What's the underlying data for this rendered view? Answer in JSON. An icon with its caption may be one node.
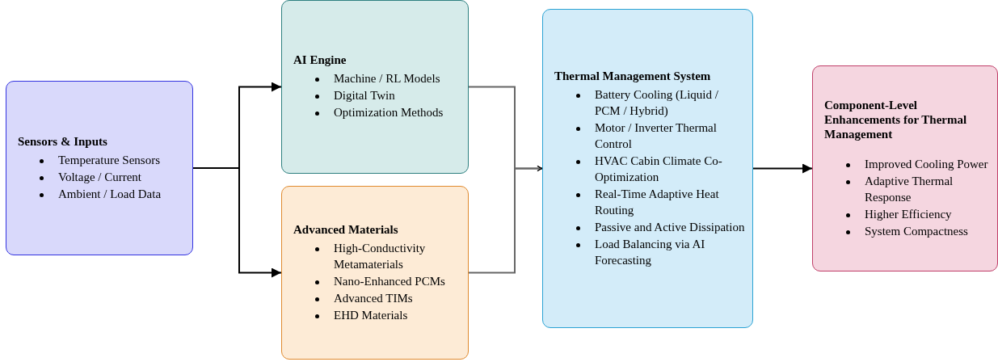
{
  "diagram": {
    "nodes": [
      {
        "text": [
          "Sensors & Inputs",
          "Temperature Sensors",
          "Voltage / Current",
          "Ambient / Load Data"
        ]
      },
      {
        "text": [
          "AI Engine",
          "Machine / RL Models",
          "Digital Twin",
          "Optimization Methods"
        ]
      },
      {
        "text": [
          "Advanced Materials",
          "High-Conductivity Metamaterials",
          "Nano-Enhanced PCMs",
          "Advanced TIMs",
          "EHD Materials"
        ]
      },
      {
        "text": [
          "Thermal Management System",
          "Battery Cooling (Liquid / PCM / Hybrid)",
          "Motor / Inverter Thermal Control",
          "HVAC  Cabin Climate Co-Optimization",
          "Real-Time Adaptive Heat Routing",
          "Passive and Active Dissipation",
          "Load Balancing via AI Forecasting"
        ]
      },
      {
        "text": [
          "Component-Level Enhancements for Thermal Management",
          "Improved Cooling Power",
          "Adaptive Thermal Response",
          "Higher Efficiency",
          "System Compactness"
        ]
      }
    ],
    "edges": [
      {
        "from": 0,
        "to": 1,
        "arrow": "to"
      },
      {
        "from": 0,
        "to": 2,
        "arrow": "to"
      },
      {
        "from": 1,
        "to": 3,
        "arrow": "to",
        "color": "#666666"
      },
      {
        "from": 2,
        "to": 3,
        "arrow": "to",
        "color": "#666666"
      },
      {
        "from": 3,
        "to": 4,
        "arrow": "to"
      }
    ]
  }
}
